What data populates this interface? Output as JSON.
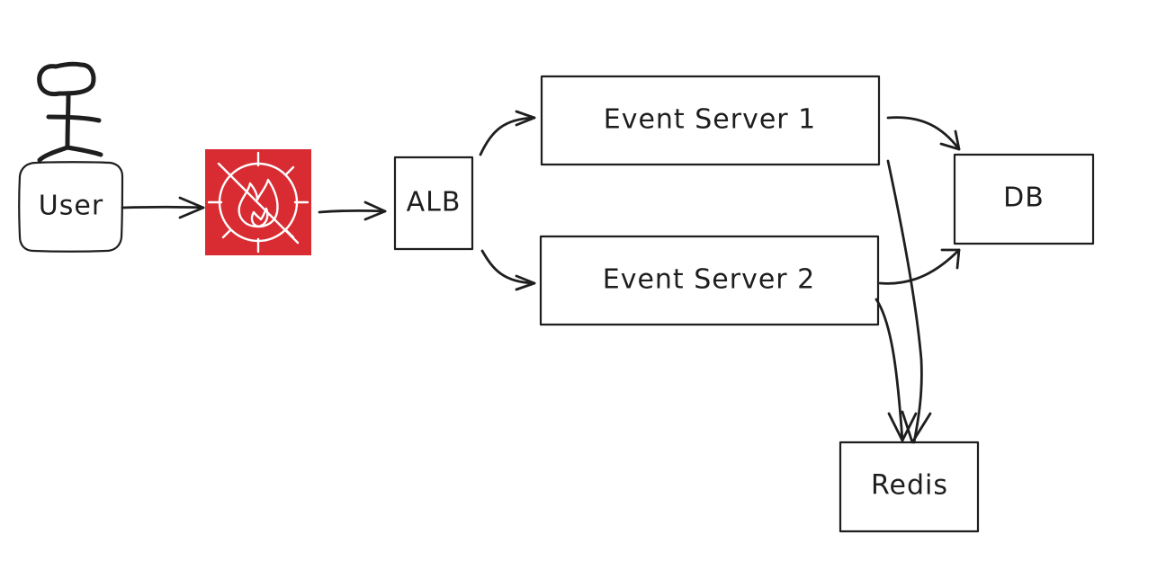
{
  "nodes": {
    "user": {
      "label": "User"
    },
    "waf": {
      "icon": "waf-firewall-icon",
      "color": "#d92b32"
    },
    "alb": {
      "label": "ALB"
    },
    "event_server_1": {
      "label": "Event Server 1"
    },
    "event_server_2": {
      "label": "Event Server 2"
    },
    "db": {
      "label": "DB"
    },
    "redis": {
      "label": "Redis"
    }
  },
  "edges": [
    {
      "from": "user",
      "to": "waf"
    },
    {
      "from": "waf",
      "to": "alb"
    },
    {
      "from": "alb",
      "to": "event_server_1"
    },
    {
      "from": "alb",
      "to": "event_server_2"
    },
    {
      "from": "event_server_1",
      "to": "db"
    },
    {
      "from": "event_server_2",
      "to": "db"
    },
    {
      "from": "event_server_1",
      "to": "redis"
    },
    {
      "from": "event_server_2",
      "to": "redis"
    }
  ]
}
